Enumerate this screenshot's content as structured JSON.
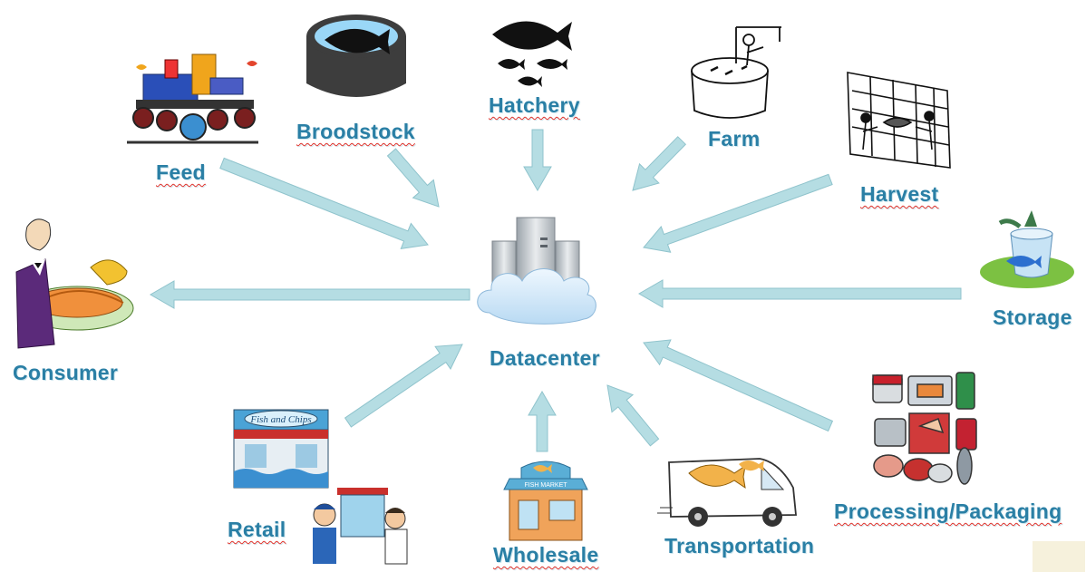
{
  "diagram": {
    "center": {
      "label": "Datacenter"
    },
    "nodes": [
      {
        "id": "feed",
        "label": "Feed",
        "icon": "feed-extruder-machine-icon"
      },
      {
        "id": "broodstock",
        "label": "Broodstock",
        "icon": "fish-tank-icon"
      },
      {
        "id": "hatchery",
        "label": "Hatchery",
        "icon": "fish-school-icon"
      },
      {
        "id": "farm",
        "label": "Farm",
        "icon": "fish-farm-tank-icon"
      },
      {
        "id": "harvest",
        "label": "Harvest",
        "icon": "harvest-net-icon"
      },
      {
        "id": "storage",
        "label": "Storage",
        "icon": "fish-bucket-icon"
      },
      {
        "id": "processing",
        "label": "Processing/Packaging",
        "icon": "canned-fish-icon"
      },
      {
        "id": "transportation",
        "label": "Transportation",
        "icon": "delivery-van-icon"
      },
      {
        "id": "wholesale",
        "label": "Wholesale",
        "icon": "fish-market-icon"
      },
      {
        "id": "retail",
        "label": "Retail",
        "icon": "fish-and-chips-shop-icon"
      },
      {
        "id": "consumer",
        "label": "Consumer",
        "icon": "waiter-serving-fish-icon"
      }
    ],
    "signage": {
      "fish_and_chips": "Fish and Chips",
      "fish_market": "FISH MARKET"
    },
    "colors": {
      "label": "#2a7fa5",
      "arrow": "#b5dde3",
      "arrow_edge": "#8fc3cc",
      "cloud": "#cfe6f7",
      "server": "#c8cdd2"
    }
  }
}
